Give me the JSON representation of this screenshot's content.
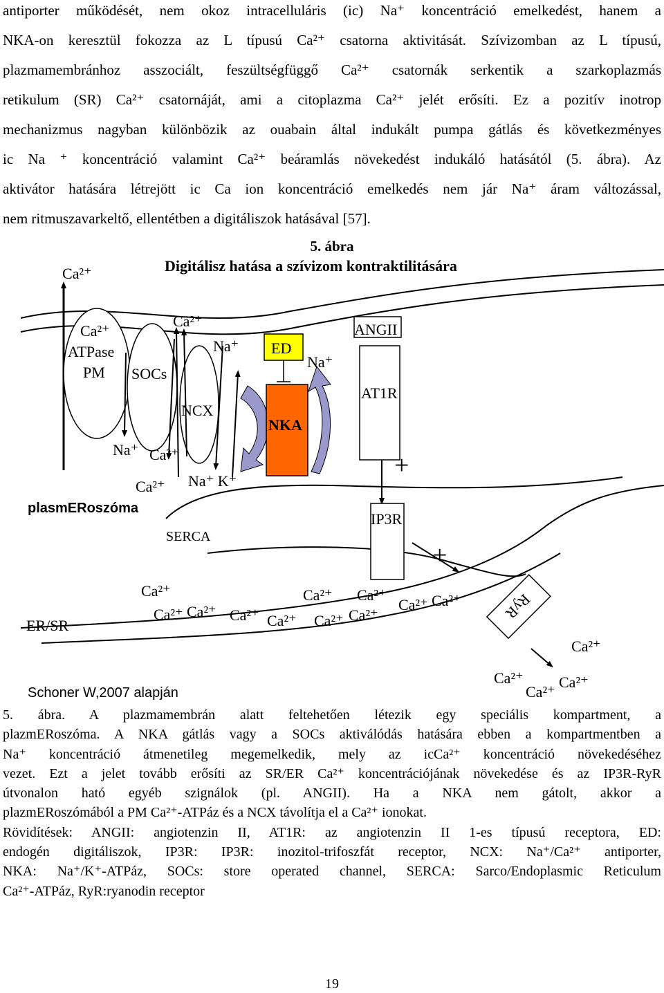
{
  "intro_lines": [
    "antiporter működését, nem okoz intracelluláris (ic) Na⁺ koncentráció emelkedést, hanem a",
    "NKA-on keresztül fokozza az L típusú Ca²⁺ csatorna aktivitását. Szívizomban az L típusú,",
    "plazmamembránhoz asszociált, feszültségfüggő Ca²⁺ csatornák serkentik a szarkoplazmás",
    "retikulum (SR) Ca²⁺ csatornáját, ami a citoplazma Ca²⁺ jelét erősíti. Ez a pozitív inotrop",
    "mechanizmus nagyban különbözik az ouabain által indukált pumpa gátlás és következményes",
    "ic Na ⁺ koncentráció valamint Ca²⁺ beáramlás növekedést indukáló hatásától (5. ábra). Az",
    "aktivátor hatására létrejött ic Ca ion koncentráció emelkedés nem jár Na⁺ áram változással,",
    "nem ritmuszavarkeltő, ellentétben a digitáliszok hatásával [57]."
  ],
  "figure": {
    "number": "5. ábra",
    "title": "Digitálisz hatása a szívizom kontraktilitására",
    "labels": {
      "ca_top": "Ca²⁺",
      "ca_atpase_1": "Ca²⁺",
      "ca_atpase_2": "ATPase",
      "ca_atpase_3": "PM",
      "socs": "SOCs",
      "ca_socs": "Ca²⁺",
      "na_ncx": "Na⁺",
      "ncx": "NCX",
      "ed": "ED",
      "na_nka": "Na⁺",
      "nka": "NKA",
      "angii": "ANGII",
      "at1r": "AT1R",
      "na_low": "Na⁺",
      "ca_low1": "Ca²⁺",
      "ca_low2": "Ca²⁺",
      "na_k": "Na⁺ K⁺",
      "plasmeroszoma": "plasmERoszóma",
      "serca": "SERCA",
      "ip3r": "IP3R",
      "plus1": "+",
      "plus2": "+",
      "er_sr": "ER/SR",
      "ryr": "RyR",
      "source": "Schoner W,2007 alapján",
      "ca_er": [
        "Ca²⁺",
        "Ca²⁺",
        "Ca²⁺",
        "Ca²⁺",
        "Ca²⁺",
        "Ca²⁺",
        "Ca²⁺",
        "Ca²⁺",
        "Ca²⁺",
        "Ca²⁺",
        "Ca²⁺"
      ],
      "ca_out": [
        "Ca²⁺",
        "Ca²⁺",
        "Ca²⁺",
        "Ca²⁺"
      ]
    },
    "colors": {
      "nka_fill": "#ff6600",
      "ed_fill": "#ffff00",
      "arrow_fill": "#9999cc"
    }
  },
  "caption_lines": [
    "5. ábra. A plazmamembrán alatt feltehetően létezik egy speciális kompartment, a",
    "plazmERoszóma. A NKA gátlás vagy a SOCs aktiválódás hatására ebben a kompartmentben a",
    "Na⁺ koncentráció átmenetileg megemelkedik, mely az icCa²⁺ koncentráció növekedéséhez",
    "vezet. Ezt a jelet tovább erősíti az SR/ER Ca²⁺ koncentrációjának növekedése és az IP3R-RyR",
    "útvonalon ható egyéb szignálok (pl. ANGII). Ha a NKA nem gátolt, akkor a",
    "plazmERoszómából a PM Ca²⁺-ATPáz és a NCX távolítja el a Ca²⁺ ionokat.",
    "Rövidítések: ANGII: angiotenzin II, AT1R: az angiotenzin II 1-es típusú receptora, ED:",
    "endogén digitáliszok, IP3R: IP3R: inozitol-trifoszfát receptor, NCX: Na⁺/Ca²⁺ antiporter,",
    "NKA: Na⁺/K⁺-ATPáz, SOCs: store operated channel, SERCA: Sarco/Endoplasmic Reticulum",
    "Ca²⁺-ATPáz, RyR:ryanodin receptor"
  ],
  "page_number": "19"
}
